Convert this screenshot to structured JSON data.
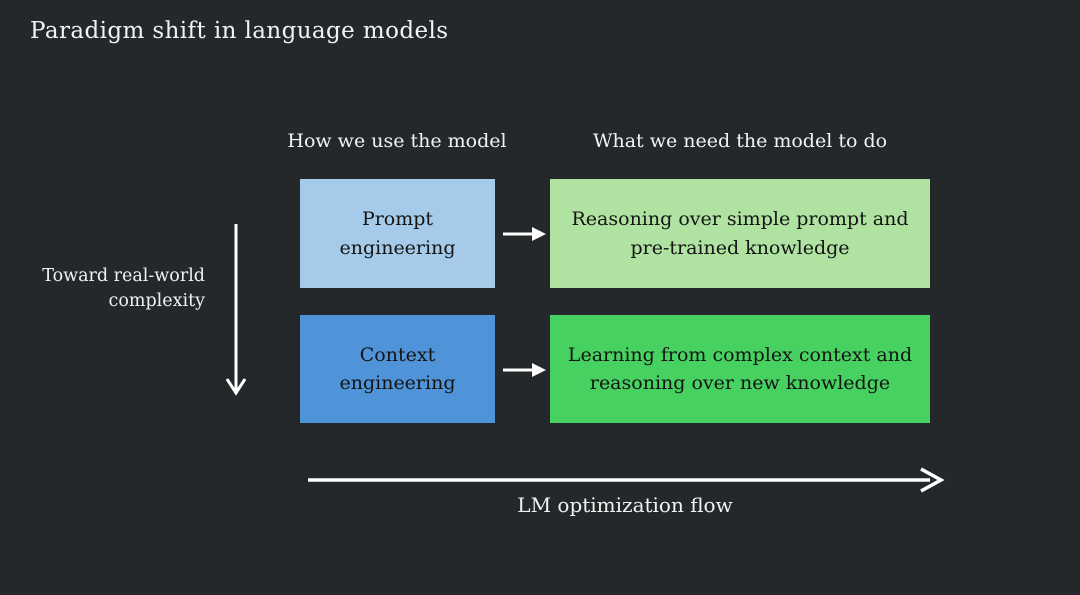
{
  "page": {
    "title": "Paradigm shift in language models",
    "background_color": "#25282a",
    "text_color": "#f2f2f2",
    "arrow_color": "#ffffff"
  },
  "columns": [
    {
      "label": "How we use the model"
    },
    {
      "label": "What we need the model to do"
    }
  ],
  "rows": [
    {
      "use_box": {
        "label": "Prompt engineering",
        "color": "#a6cbea"
      },
      "need_box": {
        "label": "Reasoning over simple prompt and pre-trained knowledge",
        "color": "#b0e2a2"
      }
    },
    {
      "use_box": {
        "label": "Context engineering",
        "color": "#4f94d8"
      },
      "need_box": {
        "label": "Learning from complex context and reasoning over new knowledge",
        "color": "#47d160"
      }
    }
  ],
  "axes": {
    "vertical_label": "Toward real-world complexity",
    "horizontal_label": "LM optimization flow"
  },
  "icons": {
    "vertical_arrow": "down-arrow-icon",
    "row_arrows": "right-arrow-icon",
    "flow_arrow": "right-arrow-icon"
  }
}
